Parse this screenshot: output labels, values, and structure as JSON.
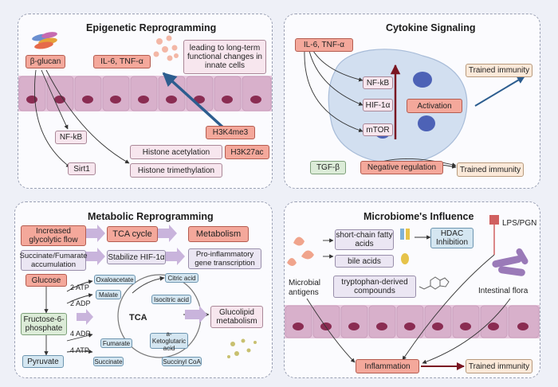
{
  "epigenetic": {
    "title": "Epigenetic Reprogramming",
    "beta_glucan": "β-glucan",
    "il6_tnf": "IL-6, TNF-α",
    "long_term": "leading to long-term functional changes in innate cells",
    "nfkb": "NF-kB",
    "sirt1": "Sirt1",
    "h3k4me3": "H3K4me3",
    "h3k27ac": "H3K27ac",
    "acetylation": "Histone acetylation",
    "trimethylation": "Histone trimethylation"
  },
  "cytokine": {
    "title": "Cytokine Signaling",
    "il6_tnf": "IL-6, TNF-α",
    "nfkb": "NF-kB",
    "hif1a": "HIF-1α",
    "mtor": "mTOR",
    "activation": "Activation",
    "trained1": "Trained immunity",
    "tgfb": "TGF-β",
    "negative": "Negative regulation",
    "trained2": "Trained immunity"
  },
  "metabolic": {
    "title": "Metabolic Reprogramming",
    "glycolytic": "Increased glycolytic flow",
    "tca_cycle": "TCA cycle",
    "metabolism": "Metabolism",
    "succinate_fumarate": "Succinate/Fumarate accumulation",
    "stabilize": "Stabilize HIF-1α",
    "proinflam": "Pro-inflammatory gene transcription",
    "glucose": "Glucose",
    "atp1": "2 ATP",
    "adp1": "2 ADP",
    "f6p": "Fructose-6-phosphate",
    "adp2": "4 ADP",
    "atp2": "4 ATP",
    "pyruvate": "Pyruvate",
    "oxaloacetate": "Oxaloacetate",
    "citric": "Citric acid",
    "malate": "Malate",
    "isocitric": "Isocitric acid",
    "tca": "TCA",
    "fumarate": "Fumarate",
    "akg": "a-Ketoglutaric acid",
    "succinate": "Succinate",
    "succinyl": "Succinyl CoA",
    "glucolipid": "Glucolipid metabolism"
  },
  "microbiome": {
    "title": "Microbiome's Influence",
    "scfa": "short-chain fatty acids",
    "hdac": "HDAC Inhibition",
    "lps": "LPS/PGN",
    "bile": "bile acids",
    "tryptophan": "tryptophan-derived compounds",
    "antigens": "Microbial antigens",
    "flora": "Intestinal flora",
    "inflammation": "Inflammation",
    "trained": "Trained immunity"
  }
}
